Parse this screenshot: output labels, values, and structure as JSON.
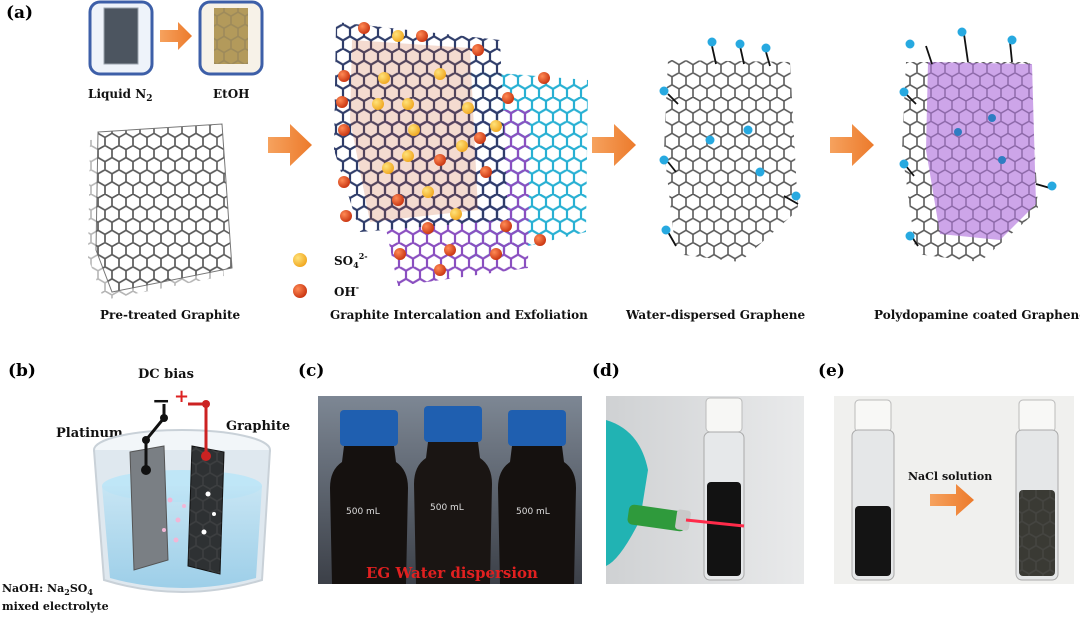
{
  "panels": {
    "a": "(a)",
    "b": "(b)",
    "c": "(c)",
    "d": "(d)",
    "e": "(e)"
  },
  "panel_a": {
    "beaker_left_label": "Liquid N",
    "beaker_left_sub": "2",
    "beaker_right_label": "EtOH",
    "step_labels": {
      "pretreated": "Pre-treated Graphite",
      "intercalation": "Graphite Intercalation and Exfoliation",
      "water_dispersed": "Water-dispersed Graphene",
      "polydopamine": "Polydopamine coated Graphene"
    },
    "legend": {
      "sulfate": "SO",
      "sulfate_sub": "4",
      "sulfate_sup": "2-",
      "hydroxide": "OH",
      "hydroxide_sup": "-"
    }
  },
  "panel_b": {
    "dc_bias": "DC bias",
    "minus": "−",
    "plus": "+",
    "platinum": "Platinum",
    "graphite": "Graphite",
    "electrolyte_line1": "NaOH: Na",
    "electrolyte_sub1": "2",
    "electrolyte_mid": "SO",
    "electrolyte_sub2": "4",
    "electrolyte_line2": "mixed electrolyte"
  },
  "panel_c": {
    "bottle_text": "500 mL",
    "caption": "EG Water dispersion"
  },
  "panel_e": {
    "arrow_label": "NaCl solution"
  },
  "colors": {
    "arrow": "#f0883a",
    "sulfate": "#f6b52a",
    "hydroxide": "#d9441c",
    "graphene_lattice": "#555555",
    "polydopamine": "#b483d8",
    "intercalant_blue": "#2bb6d6",
    "cap_blue": "#1f5fb0",
    "red_caption": "#e02020"
  }
}
